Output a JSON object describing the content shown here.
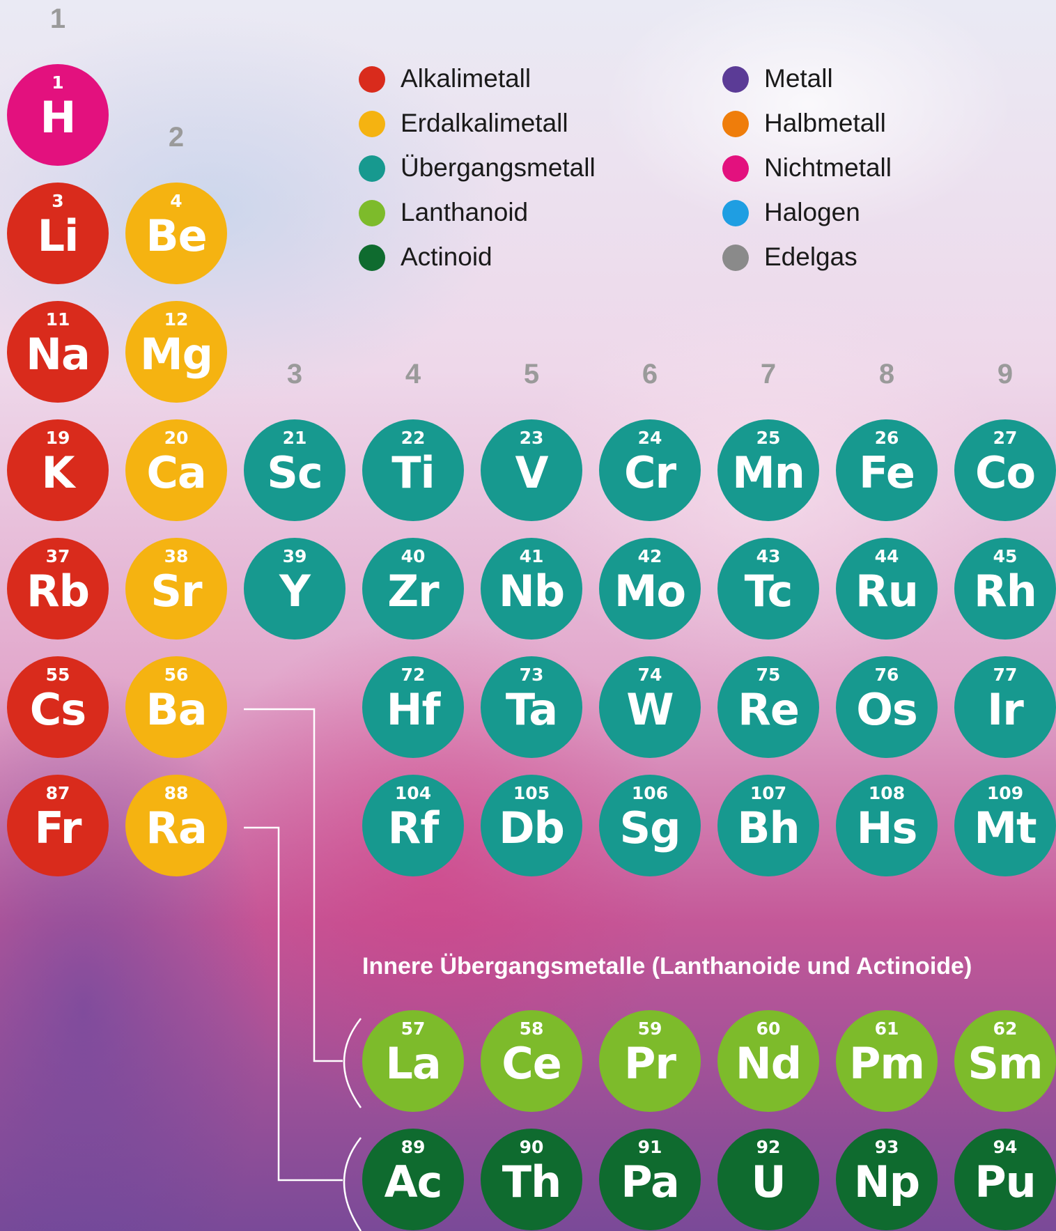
{
  "colors": {
    "alkalimetall": "#d92b1c",
    "erdalkalimetall": "#f5b311",
    "uebergangsmetall": "#17998f",
    "lanthanoid": "#7dbb2b",
    "actinoid": "#0f6b2f",
    "metall": "#5b3b96",
    "halbmetall": "#ef7d0b",
    "nichtmetall": "#e3117e",
    "halogen": "#1f9ee2",
    "edelgas": "#8a8a8a"
  },
  "legend": [
    {
      "label": "Alkalimetall",
      "color": "#d92b1c"
    },
    {
      "label": "Erdalkalimetall",
      "color": "#f5b311"
    },
    {
      "label": "Übergangsmetall",
      "color": "#17998f"
    },
    {
      "label": "Lanthanoid",
      "color": "#7dbb2b"
    },
    {
      "label": "Actinoid",
      "color": "#0f6b2f"
    },
    {
      "label": "Metall",
      "color": "#5b3b96"
    },
    {
      "label": "Halbmetall",
      "color": "#ef7d0b"
    },
    {
      "label": "Nichtmetall",
      "color": "#e3117e"
    },
    {
      "label": "Halogen",
      "color": "#1f9ee2"
    },
    {
      "label": "Edelgas",
      "color": "#8a8a8a"
    }
  ],
  "groups": [
    {
      "label": "1",
      "group": 1
    },
    {
      "label": "2",
      "group": 2
    },
    {
      "label": "3",
      "group": 3
    },
    {
      "label": "4",
      "group": 4
    },
    {
      "label": "5",
      "group": 5
    },
    {
      "label": "6",
      "group": 6
    },
    {
      "label": "7",
      "group": 7
    },
    {
      "label": "8",
      "group": 8
    },
    {
      "label": "9",
      "group": 9
    }
  ],
  "elements": [
    {
      "num": "1",
      "sym": "H",
      "group": 1,
      "period": 1,
      "cat": "nichtmetall"
    },
    {
      "num": "3",
      "sym": "Li",
      "group": 1,
      "period": 2,
      "cat": "alkalimetall"
    },
    {
      "num": "4",
      "sym": "Be",
      "group": 2,
      "period": 2,
      "cat": "erdalkalimetall"
    },
    {
      "num": "11",
      "sym": "Na",
      "group": 1,
      "period": 3,
      "cat": "alkalimetall"
    },
    {
      "num": "12",
      "sym": "Mg",
      "group": 2,
      "period": 3,
      "cat": "erdalkalimetall"
    },
    {
      "num": "19",
      "sym": "K",
      "group": 1,
      "period": 4,
      "cat": "alkalimetall"
    },
    {
      "num": "20",
      "sym": "Ca",
      "group": 2,
      "period": 4,
      "cat": "erdalkalimetall"
    },
    {
      "num": "21",
      "sym": "Sc",
      "group": 3,
      "period": 4,
      "cat": "uebergangsmetall"
    },
    {
      "num": "22",
      "sym": "Ti",
      "group": 4,
      "period": 4,
      "cat": "uebergangsmetall"
    },
    {
      "num": "23",
      "sym": "V",
      "group": 5,
      "period": 4,
      "cat": "uebergangsmetall"
    },
    {
      "num": "24",
      "sym": "Cr",
      "group": 6,
      "period": 4,
      "cat": "uebergangsmetall"
    },
    {
      "num": "25",
      "sym": "Mn",
      "group": 7,
      "period": 4,
      "cat": "uebergangsmetall"
    },
    {
      "num": "26",
      "sym": "Fe",
      "group": 8,
      "period": 4,
      "cat": "uebergangsmetall"
    },
    {
      "num": "27",
      "sym": "Co",
      "group": 9,
      "period": 4,
      "cat": "uebergangsmetall"
    },
    {
      "num": "37",
      "sym": "Rb",
      "group": 1,
      "period": 5,
      "cat": "alkalimetall"
    },
    {
      "num": "38",
      "sym": "Sr",
      "group": 2,
      "period": 5,
      "cat": "erdalkalimetall"
    },
    {
      "num": "39",
      "sym": "Y",
      "group": 3,
      "period": 5,
      "cat": "uebergangsmetall"
    },
    {
      "num": "40",
      "sym": "Zr",
      "group": 4,
      "period": 5,
      "cat": "uebergangsmetall"
    },
    {
      "num": "41",
      "sym": "Nb",
      "group": 5,
      "period": 5,
      "cat": "uebergangsmetall"
    },
    {
      "num": "42",
      "sym": "Mo",
      "group": 6,
      "period": 5,
      "cat": "uebergangsmetall"
    },
    {
      "num": "43",
      "sym": "Tc",
      "group": 7,
      "period": 5,
      "cat": "uebergangsmetall"
    },
    {
      "num": "44",
      "sym": "Ru",
      "group": 8,
      "period": 5,
      "cat": "uebergangsmetall"
    },
    {
      "num": "45",
      "sym": "Rh",
      "group": 9,
      "period": 5,
      "cat": "uebergangsmetall"
    },
    {
      "num": "55",
      "sym": "Cs",
      "group": 1,
      "period": 6,
      "cat": "alkalimetall"
    },
    {
      "num": "56",
      "sym": "Ba",
      "group": 2,
      "period": 6,
      "cat": "erdalkalimetall"
    },
    {
      "num": "72",
      "sym": "Hf",
      "group": 4,
      "period": 6,
      "cat": "uebergangsmetall"
    },
    {
      "num": "73",
      "sym": "Ta",
      "group": 5,
      "period": 6,
      "cat": "uebergangsmetall"
    },
    {
      "num": "74",
      "sym": "W",
      "group": 6,
      "period": 6,
      "cat": "uebergangsmetall"
    },
    {
      "num": "75",
      "sym": "Re",
      "group": 7,
      "period": 6,
      "cat": "uebergangsmetall"
    },
    {
      "num": "76",
      "sym": "Os",
      "group": 8,
      "period": 6,
      "cat": "uebergangsmetall"
    },
    {
      "num": "77",
      "sym": "Ir",
      "group": 9,
      "period": 6,
      "cat": "uebergangsmetall"
    },
    {
      "num": "87",
      "sym": "Fr",
      "group": 1,
      "period": 7,
      "cat": "alkalimetall"
    },
    {
      "num": "88",
      "sym": "Ra",
      "group": 2,
      "period": 7,
      "cat": "erdalkalimetall"
    },
    {
      "num": "104",
      "sym": "Rf",
      "group": 4,
      "period": 7,
      "cat": "uebergangsmetall"
    },
    {
      "num": "105",
      "sym": "Db",
      "group": 5,
      "period": 7,
      "cat": "uebergangsmetall"
    },
    {
      "num": "106",
      "sym": "Sg",
      "group": 6,
      "period": 7,
      "cat": "uebergangsmetall"
    },
    {
      "num": "107",
      "sym": "Bh",
      "group": 7,
      "period": 7,
      "cat": "uebergangsmetall"
    },
    {
      "num": "108",
      "sym": "Hs",
      "group": 8,
      "period": 7,
      "cat": "uebergangsmetall"
    },
    {
      "num": "109",
      "sym": "Mt",
      "group": 9,
      "period": 7,
      "cat": "uebergangsmetall"
    }
  ],
  "inner_title": "Innere Übergangsmetalle (Lanthanoide und Actinoide)",
  "lanthanoids": [
    {
      "num": "57",
      "sym": "La"
    },
    {
      "num": "58",
      "sym": "Ce"
    },
    {
      "num": "59",
      "sym": "Pr"
    },
    {
      "num": "60",
      "sym": "Nd"
    },
    {
      "num": "61",
      "sym": "Pm"
    },
    {
      "num": "62",
      "sym": "Sm"
    }
  ],
  "actinoids": [
    {
      "num": "89",
      "sym": "Ac"
    },
    {
      "num": "90",
      "sym": "Th"
    },
    {
      "num": "91",
      "sym": "Pa"
    },
    {
      "num": "92",
      "sym": "U"
    },
    {
      "num": "93",
      "sym": "Np"
    },
    {
      "num": "94",
      "sym": "Pu"
    }
  ]
}
